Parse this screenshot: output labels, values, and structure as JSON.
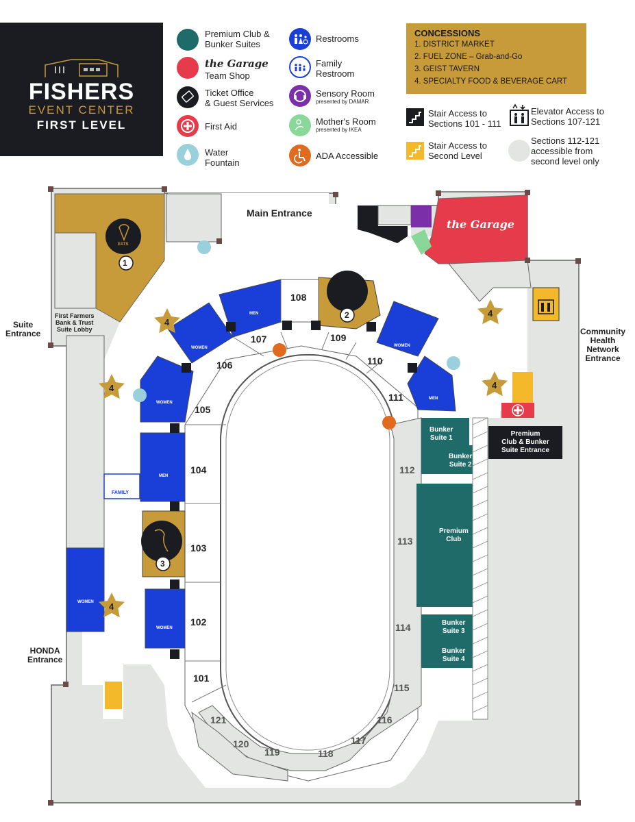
{
  "branding": {
    "name": "FISHERS",
    "subtitle": "EVENT CENTER",
    "level": "FIRST LEVEL"
  },
  "legend": {
    "premium": "Premium Club &",
    "premium2": "Bunker Suites",
    "garage_logo": "the Garage",
    "garage_text": "Team Shop",
    "ticket": "Ticket Office",
    "ticket2": "& Guest Services",
    "firstaid": "First Aid",
    "water": "Water",
    "water2": "Fountain",
    "restrooms": "Restrooms",
    "family": "Family",
    "family2": "Restroom",
    "sensory": "Sensory Room",
    "sensory_sub": "presented by DAMAR",
    "mothers": "Mother's Room",
    "mothers_sub": "presented by IKEA",
    "ada": "ADA Accessible",
    "stair1": "Stair Access to",
    "stair1b": "Sections 101 - 111",
    "stair2": "Stair Access to",
    "stair2b": "Second Level",
    "elevator": "Elevator Access to",
    "elevator2": "Sections 107-121",
    "sections": "Sections 112-121",
    "sections2": "accessible from",
    "sections3": "second level only"
  },
  "concessions": {
    "title": "CONCESSIONS",
    "items": [
      "1. DISTRICT MARKET",
      "2. FUEL ZONE – Grab-and-Go",
      "3. GEIST TAVERN",
      "4. SPECIALTY FOOD & BEVERAGE CART"
    ]
  },
  "entrances": {
    "main": "Main Entrance",
    "suite": "Suite",
    "suite2": "Entrance",
    "honda": "HONDA",
    "honda2": "Entrance",
    "chn": "Community",
    "chn2": "Health",
    "chn3": "Network",
    "chn4": "Entrance",
    "lobby": "First Farmers",
    "lobby2": "Bank & Trust",
    "lobby3": "Suite Lobby",
    "premium": "Premium",
    "premium2": "Club & Bunker",
    "premium3": "Suite Entrance"
  },
  "sections": {
    "s101": "101",
    "s102": "102",
    "s103": "103",
    "s104": "104",
    "s105": "105",
    "s106": "106",
    "s107": "107",
    "s108": "108",
    "s109": "109",
    "s110": "110",
    "s111": "111",
    "s112": "112",
    "s113": "113",
    "s114": "114",
    "s115": "115",
    "s116": "116",
    "s117": "117",
    "s118": "118",
    "s119": "119",
    "s120": "120",
    "s121": "121"
  },
  "rooms": {
    "men": "MEN",
    "women": "WOMEN",
    "family": "FAMILY",
    "eats": "EATS",
    "bunker1": "Bunker",
    "bunker1b": "Suite 1",
    "bunker2": "Bunker",
    "bunker2b": "Suite 2",
    "bunker3": "Bunker",
    "bunker3b": "Suite 3",
    "bunker4": "Bunker",
    "bunker4b": "Suite 4",
    "club": "Premium",
    "club2": "Club",
    "garage": "the Garage"
  },
  "markers": {
    "one": "1",
    "two": "2",
    "three": "3",
    "four": "4"
  },
  "colors": {
    "gold": "#c79a3a",
    "blue": "#1a3fd9",
    "teal": "#1f6b69",
    "red": "#e63b4a",
    "purple": "#7b2fa8",
    "green": "#8ad79a",
    "orange": "#e06a1e",
    "concourse": "#e3e5e2"
  }
}
